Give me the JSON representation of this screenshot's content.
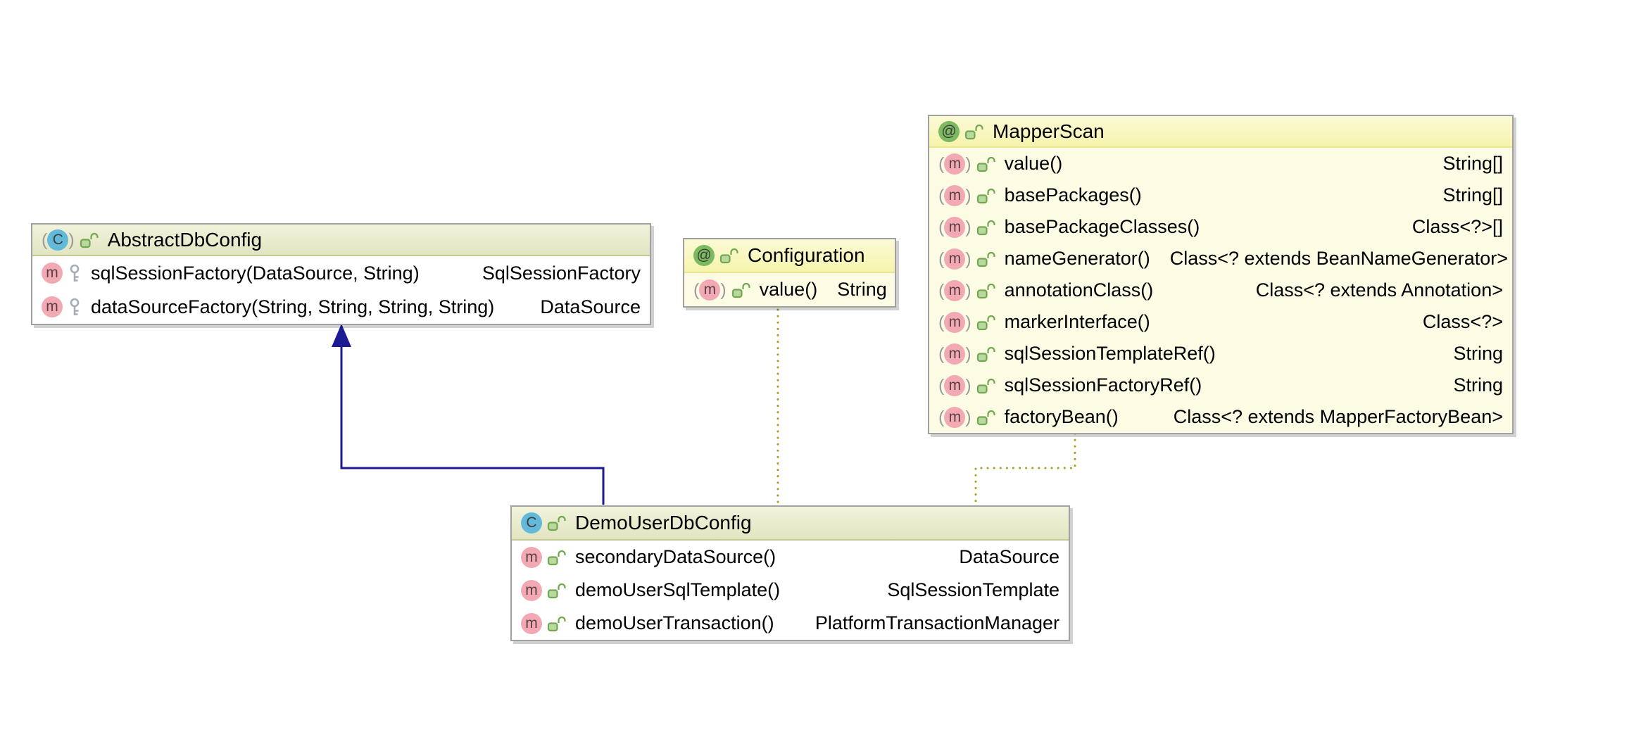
{
  "colors": {
    "background": "#ffffff",
    "inheritance_edge": "#1b1b96",
    "annotation_edge": "#a8a023",
    "class_icon_bg": "#63b9d9",
    "annotation_icon_bg": "#7cba5f",
    "method_icon_bg": "#f3a9b4",
    "class_header_top": "#f1f3dc",
    "class_header_bottom": "#e2e5c1",
    "annotation_header_top": "#fcfad6",
    "annotation_header_bottom": "#f6f4ac",
    "annotation_body": "#fcfce4"
  },
  "icons": {
    "class_letter": "C",
    "annotation_symbol": "@",
    "method_letter": "m",
    "public_visibility": "open-lock-icon",
    "package_visibility": "key-icon"
  },
  "classes": [
    {
      "title": "AbstractDbConfig",
      "kind": "class",
      "is_abstract": true,
      "visibility_icon": "open-lock-icon",
      "methods": [
        {
          "name": "sqlSessionFactory(DataSource, String)",
          "return_type": "SqlSessionFactory",
          "is_abstract": false,
          "visibility_icon": "key-icon"
        },
        {
          "name": "dataSourceFactory(String, String, String, String)",
          "return_type": "DataSource",
          "is_abstract": false,
          "visibility_icon": "key-icon"
        }
      ]
    },
    {
      "title": "Configuration",
      "kind": "annotation",
      "is_abstract": false,
      "visibility_icon": "open-lock-icon",
      "methods": [
        {
          "name": "value()",
          "return_type": "String",
          "is_abstract": true,
          "visibility_icon": "open-lock-icon"
        }
      ]
    },
    {
      "title": "MapperScan",
      "kind": "annotation",
      "is_abstract": false,
      "visibility_icon": "open-lock-icon",
      "methods": [
        {
          "name": "value()",
          "return_type": "String[]",
          "is_abstract": true,
          "visibility_icon": "open-lock-icon"
        },
        {
          "name": "basePackages()",
          "return_type": "String[]",
          "is_abstract": true,
          "visibility_icon": "open-lock-icon"
        },
        {
          "name": "basePackageClasses()",
          "return_type": "Class<?>[]",
          "is_abstract": true,
          "visibility_icon": "open-lock-icon"
        },
        {
          "name": "nameGenerator()",
          "return_type": "Class<? extends BeanNameGenerator>",
          "is_abstract": true,
          "visibility_icon": "open-lock-icon"
        },
        {
          "name": "annotationClass()",
          "return_type": "Class<? extends Annotation>",
          "is_abstract": true,
          "visibility_icon": "open-lock-icon"
        },
        {
          "name": "markerInterface()",
          "return_type": "Class<?>",
          "is_abstract": true,
          "visibility_icon": "open-lock-icon"
        },
        {
          "name": "sqlSessionTemplateRef()",
          "return_type": "String",
          "is_abstract": true,
          "visibility_icon": "open-lock-icon"
        },
        {
          "name": "sqlSessionFactoryRef()",
          "return_type": "String",
          "is_abstract": true,
          "visibility_icon": "open-lock-icon"
        },
        {
          "name": "factoryBean()",
          "return_type": "Class<? extends MapperFactoryBean>",
          "is_abstract": true,
          "visibility_icon": "open-lock-icon"
        }
      ]
    },
    {
      "title": "DemoUserDbConfig",
      "kind": "class",
      "is_abstract": false,
      "visibility_icon": "open-lock-icon",
      "methods": [
        {
          "name": "secondaryDataSource()",
          "return_type": "DataSource",
          "is_abstract": false,
          "visibility_icon": "open-lock-icon"
        },
        {
          "name": "demoUserSqlTemplate()",
          "return_type": "SqlSessionTemplate",
          "is_abstract": false,
          "visibility_icon": "open-lock-icon"
        },
        {
          "name": "demoUserTransaction()",
          "return_type": "PlatformTransactionManager",
          "is_abstract": false,
          "visibility_icon": "open-lock-icon"
        }
      ]
    }
  ],
  "edges": [
    {
      "from": "DemoUserDbConfig",
      "to": "AbstractDbConfig",
      "type": "inheritance",
      "style": "solid-arrow"
    },
    {
      "from": "DemoUserDbConfig",
      "to": "Configuration",
      "type": "annotation-dependency",
      "style": "dotted"
    },
    {
      "from": "DemoUserDbConfig",
      "to": "MapperScan",
      "type": "annotation-dependency",
      "style": "dotted"
    }
  ]
}
